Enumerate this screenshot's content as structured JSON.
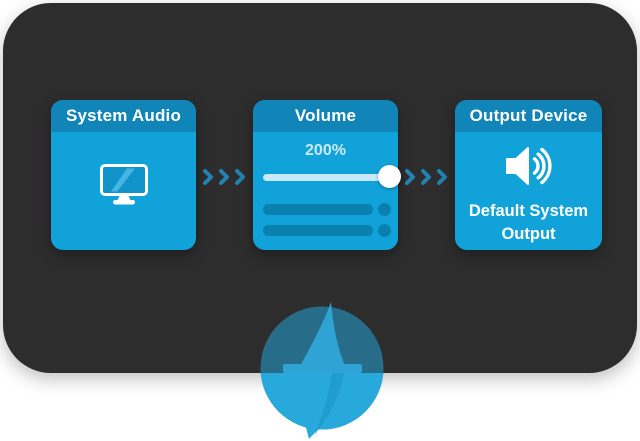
{
  "panel": {
    "background": "#2E2D2E"
  },
  "cards": {
    "system_audio": {
      "title": "System Audio",
      "icon": "monitor-icon"
    },
    "volume": {
      "title": "Volume",
      "value_label": "200%",
      "slider_knob_position_pct": 91,
      "placeholder_rows": 2
    },
    "output_device": {
      "title": "Output Device",
      "icon": "speaker-waves-icon",
      "line1": "Default System",
      "line2": "Output"
    }
  },
  "arrows": {
    "style": "triple-chevron-right",
    "count": 2
  },
  "logo": {
    "icon": "sailboat-circle-logo"
  },
  "colors": {
    "panel": "#2E2D2E",
    "card_header": "#1184B8",
    "card_body": "#12A2DA",
    "placeholder_pill": "#0A80AE",
    "slider_track": "#C7E9F8",
    "slider_knob": "#FFFFFF",
    "value_text": "#CCE9F7",
    "title_text": "#FFFFFF",
    "chevron": "#2083B1",
    "logo_teal": "#276C88",
    "logo_bright": "#27A9DC",
    "logo_sail": "#2EA3D4"
  }
}
